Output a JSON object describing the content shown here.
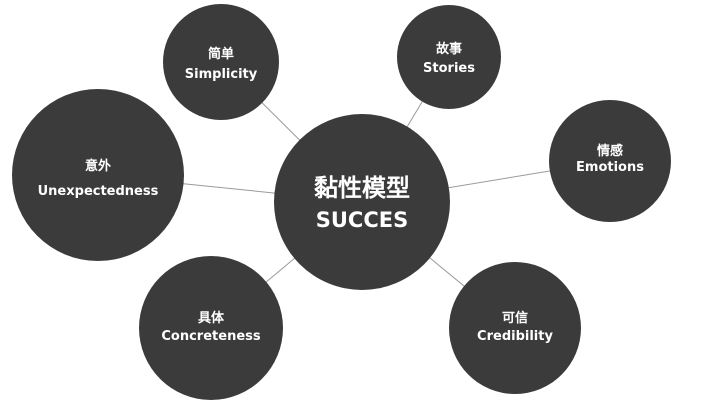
{
  "center": {
    "zh": "黏性模型",
    "en": "SUCCES"
  },
  "nodes": [
    {
      "id": "simplicity",
      "zh": "简单",
      "en": "Simplicity"
    },
    {
      "id": "stories",
      "zh": "故事",
      "en": "Stories"
    },
    {
      "id": "unexpectedness",
      "zh": "意外",
      "en": "Unexpectedness"
    },
    {
      "id": "emotions",
      "zh": "情感",
      "en": "Emotions"
    },
    {
      "id": "concreteness",
      "zh": "具体",
      "en": "Concreteness"
    },
    {
      "id": "credibility",
      "zh": "可信",
      "en": "Credibility"
    }
  ],
  "colors": {
    "bubble": "#3b3b3b",
    "text": "#ffffff",
    "connector": "#9a9a9a",
    "background": "#ffffff"
  }
}
